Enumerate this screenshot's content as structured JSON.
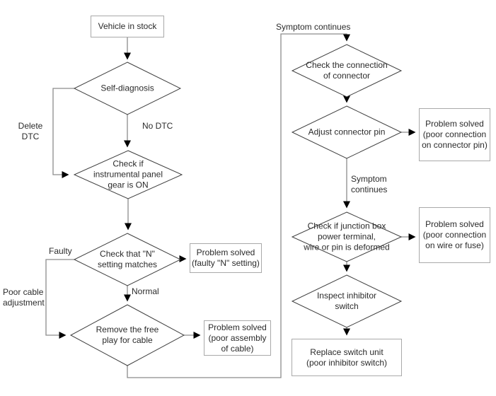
{
  "nodes": {
    "vehicle_in_stock": "Vehicle in stock",
    "self_diagnosis": "Self-diagnosis",
    "check_instrument_panel": "Check if\ninstrumental panel\ngear is ON",
    "check_n_setting": "Check that \"N\"\nsetting matches",
    "remove_free_play": "Remove the free\nplay for cable",
    "problem_faulty_n": "Problem solved\n(faulty \"N\" setting)",
    "problem_cable_assembly": "Problem solved\n(poor assembly\nof cable)",
    "check_connector": "Check the connection\nof connector",
    "adjust_connector_pin": "Adjust connector pin",
    "problem_connector_pin": "Problem solved\n(poor connection\non connector pin)",
    "check_junction_box": "Check if junction box\npower terminal,\nwire or pin is deformed",
    "problem_wire_fuse": "Problem solved\n(poor connection\non wire or fuse)",
    "inspect_inhibitor": "Inspect inhibitor\nswitch",
    "replace_switch_unit": "Replace switch unit\n(poor inhibitor switch)"
  },
  "edge_labels": {
    "delete_dtc": "Delete\nDTC",
    "no_dtc": "No DTC",
    "faulty": "Faulty",
    "normal": "Normal",
    "poor_cable_adjustment": "Poor cable\nadjustment",
    "symptom_continues_top": "Symptom continues",
    "symptom_continues_mid": "Symptom\ncontinues"
  },
  "colors": {
    "bg": "#ffffff",
    "line": "#8c8c8c",
    "diamond": "#3f3f3f",
    "border": "#a9a9a9",
    "text": "#2b2b2b",
    "arrow": "#000000"
  }
}
